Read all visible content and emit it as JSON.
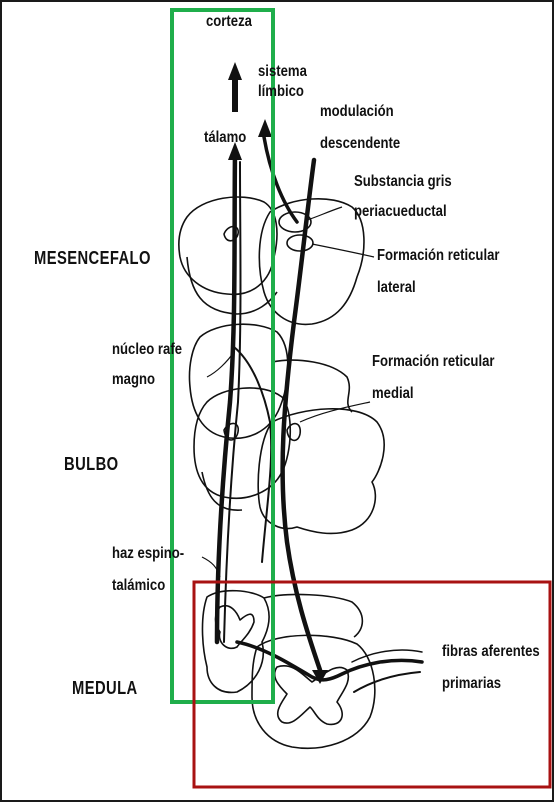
{
  "labels": {
    "corteza": "corteza",
    "sistema_limbico_1": "sistema",
    "sistema_limbico_2": "límbico",
    "talamo": "tálamo",
    "modulacion_1": "modulación",
    "modulacion_2": "descendente",
    "substancia_1": "Substancia gris",
    "substancia_2": "periacueductal",
    "form_lateral_1": "Formación reticular",
    "form_lateral_2": "lateral",
    "mesencefalo": "MESENCEFALO",
    "nucleo_1": "núcleo rafe",
    "nucleo_2": "magno",
    "form_medial_1": "Formación reticular",
    "form_medial_2": "medial",
    "bulbo": "BULBO",
    "haz_1": "haz espino-",
    "haz_2": "talámico",
    "medula": "MEDULA",
    "fibras_1": "fibras aferentes",
    "fibras_2": "primarias"
  },
  "colors": {
    "ascending_box": "#1fae4b",
    "spinal_box": "#a81212",
    "ink": "#111111"
  }
}
